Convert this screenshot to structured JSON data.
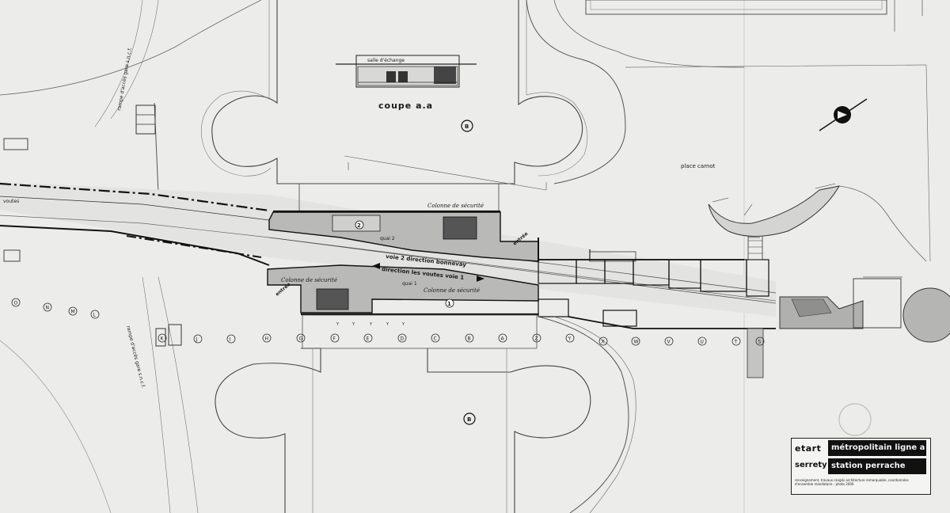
{
  "section_title": "coupe a.a",
  "section_room": "salle d'échange",
  "place_label": "place carnot",
  "left_label": "voutes",
  "ramp_top": "rampe d'accès gare s.n.c.f.",
  "ramp_bottom": "rampe d'accès gare s.n.c.f.",
  "quai2": "quai 2",
  "quai1": "quai 1",
  "voie2": "voie 2 direction bonnevay",
  "voie1": "direction les voutes voie 1",
  "colonne_top": "Colonne de sécurité",
  "colonne_mid": "Colonne de sécurité",
  "colonne_low": "Colonne de sécurité",
  "entree_left": "entrée",
  "entree_right": "entrée",
  "marker_b": "B",
  "circle_badge_1": "1",
  "circle_badge_2": "2",
  "columns_lower": [
    "O",
    "N",
    "M",
    "L",
    "K",
    "J",
    "I",
    "H",
    "G",
    "F",
    "E",
    "D",
    "C",
    "B",
    "A",
    "Z",
    "Y",
    "X",
    "W",
    "V",
    "U",
    "T",
    "S"
  ],
  "columns_upper": [
    "Y",
    "Y",
    "Y",
    "Y",
    "Y"
  ],
  "cartouche": {
    "logo1": "etart",
    "logo2": "serrety",
    "line": "métropolitain ligne a",
    "station": "station perrache",
    "fine": "renseignement, travaux rangés architecture remarquable, coordonnées d'ensemble mandataire - photo 2000"
  },
  "colors": {
    "paper": "#ececea",
    "ink": "#1a1a1a",
    "platform": "#b9b9b7"
  }
}
